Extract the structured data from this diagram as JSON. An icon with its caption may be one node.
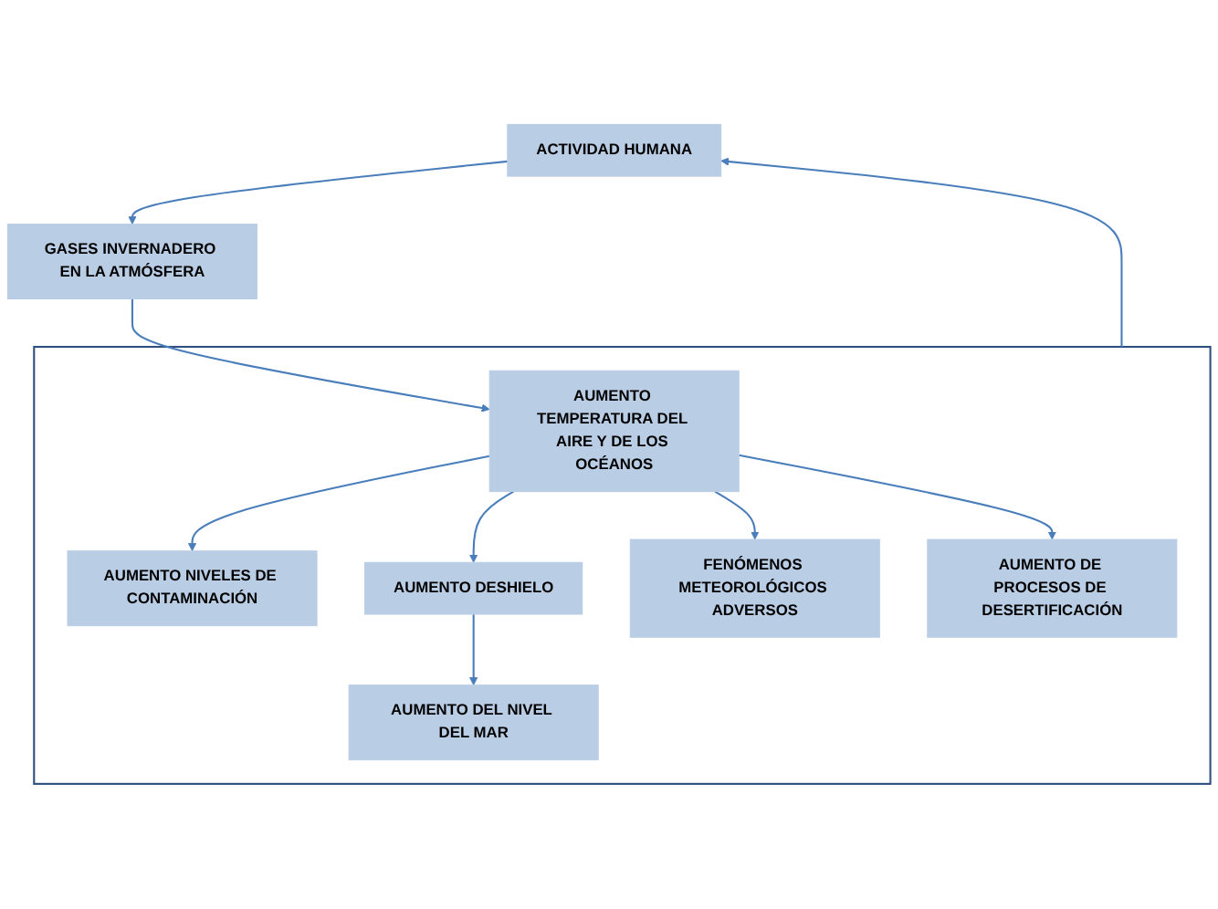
{
  "diagram": {
    "nodes": [
      {
        "text": [
          "ACTIVIDAD HUMANA"
        ]
      },
      {
        "text": [
          "GASES INVERNADERO EN LA ATMÓSFERA"
        ]
      },
      {
        "text": [],
        "shape": "box"
      },
      {
        "text": [
          "AUMENTO TEMPERATURA DEL AIRE Y DE LOS OCÉANOS"
        ],
        "in": 2
      },
      {
        "text": [
          "AUMENTO NIVELES DE CONTAMINACIÓN"
        ],
        "in": 2
      },
      {
        "text": [
          "AUMENTO DESHIELO"
        ],
        "in": 2
      },
      {
        "text": [
          "FENÓMENOS METEOROLÓGICOS ADVERSOS"
        ],
        "in": 2
      },
      {
        "text": [
          "AUMENTO DE PROCESOS DE DESERTIFICACIÓN"
        ],
        "in": 2
      },
      {
        "text": [
          "AUMENTO DEL NIVEL DEL MAR"
        ],
        "in": 2
      }
    ],
    "edges": [
      {
        "from": 0,
        "to": 1,
        "arrow": "to"
      },
      {
        "from": 1,
        "to": 3,
        "arrow": "to"
      },
      {
        "from": 3,
        "to": 4,
        "arrow": "to"
      },
      {
        "from": 3,
        "to": 5,
        "arrow": "to"
      },
      {
        "from": 3,
        "to": 6,
        "arrow": "to"
      },
      {
        "from": 3,
        "to": 7,
        "arrow": "to"
      },
      {
        "from": 5,
        "to": 8,
        "arrow": "to"
      },
      {
        "from": 2,
        "to": 0,
        "arrow": "to"
      }
    ]
  }
}
